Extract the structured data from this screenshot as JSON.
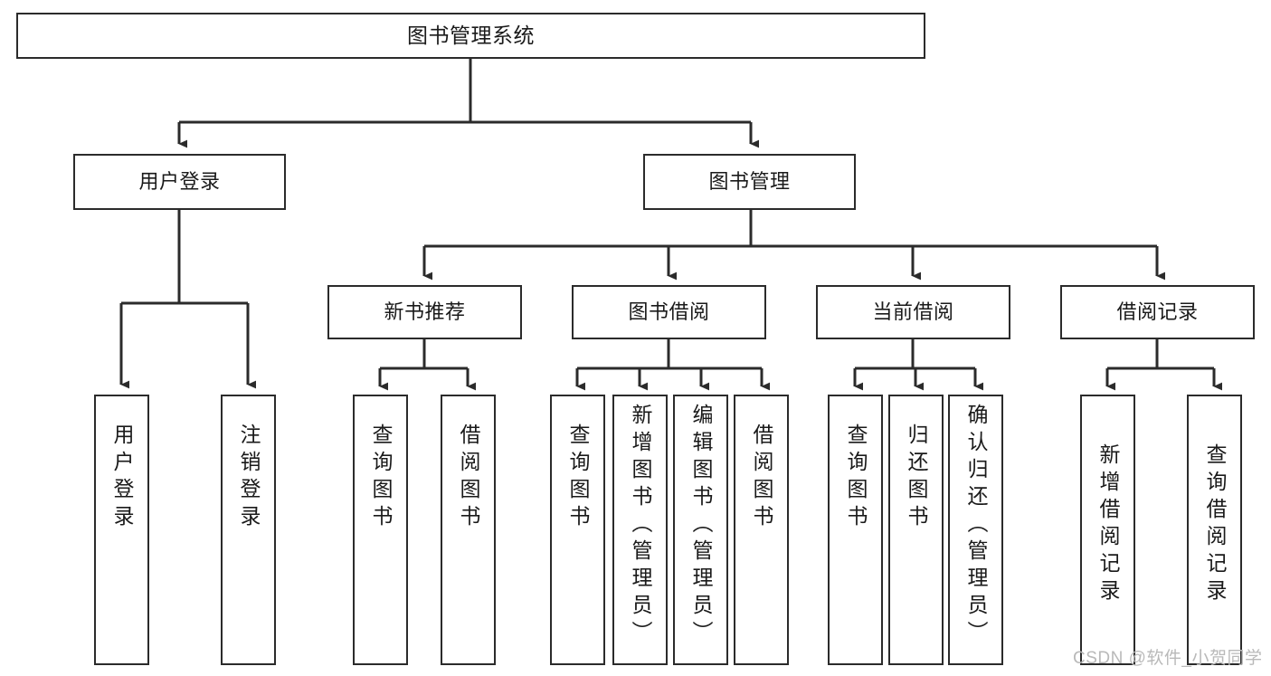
{
  "diagram": {
    "type": "tree",
    "title": "图书管理系统",
    "theme": {
      "background": "#ffffff",
      "line_color": "#2b2b2b",
      "box_border": "#2b2b2b",
      "box_fill": "#ffffff",
      "text_color": "#1a1a1a",
      "watermark_color": "#b9b9b9"
    },
    "levels": {
      "level0": "系统",
      "level1": "模块",
      "level2": "子模块",
      "level3": "功能"
    },
    "nodes": {
      "root": {
        "label": "图书管理系统"
      },
      "level1": [
        {
          "id": "user-login",
          "label": "用户登录"
        },
        {
          "id": "book-manage",
          "label": "图书管理"
        }
      ],
      "level2": [
        {
          "id": "new-book-rec",
          "label": "新书推荐",
          "parent": "book-manage"
        },
        {
          "id": "book-borrow",
          "label": "图书借阅",
          "parent": "book-manage"
        },
        {
          "id": "current-borrow",
          "label": "当前借阅",
          "parent": "book-manage"
        },
        {
          "id": "borrow-record",
          "label": "借阅记录",
          "parent": "book-manage"
        }
      ],
      "leaves": {
        "user_login": [
          {
            "id": "leaf-user-login",
            "label": "用户登录"
          },
          {
            "id": "leaf-user-logout",
            "label": "注销登录"
          }
        ],
        "new_book_rec": [
          {
            "id": "leaf-query-book-1",
            "label": "查询图书"
          },
          {
            "id": "leaf-borrow-book-1",
            "label": "借阅图书"
          }
        ],
        "book_borrow": [
          {
            "id": "leaf-query-book-2",
            "label": "查询图书"
          },
          {
            "id": "leaf-add-book",
            "label": "新增图书（管理员）"
          },
          {
            "id": "leaf-edit-book",
            "label": "编辑图书（管理员）"
          },
          {
            "id": "leaf-borrow-book-2",
            "label": "借阅图书"
          }
        ],
        "current_borrow": [
          {
            "id": "leaf-query-book-3",
            "label": "查询图书"
          },
          {
            "id": "leaf-return-book",
            "label": "归还图书"
          },
          {
            "id": "leaf-confirm-return",
            "label": "确认归还（管理员）"
          }
        ],
        "borrow_record": [
          {
            "id": "leaf-add-record",
            "label": "新增借阅记录"
          },
          {
            "id": "leaf-query-record",
            "label": "查询借阅记录"
          }
        ]
      }
    },
    "watermark": "CSDN @软件_小贺同学"
  }
}
